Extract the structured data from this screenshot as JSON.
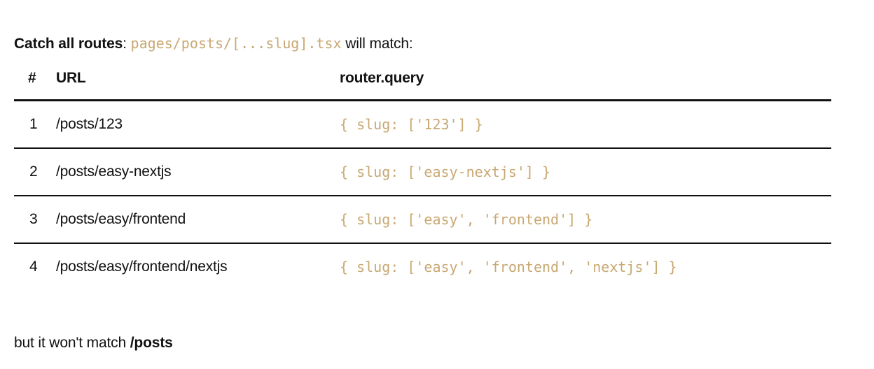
{
  "intro": {
    "lead": "Catch all routes",
    "separator": ": ",
    "code": "pages/posts/[...slug].tsx",
    "tail": " will match:"
  },
  "table": {
    "headers": {
      "num": "#",
      "url": "URL",
      "query": "router.query"
    },
    "rows": [
      {
        "num": "1",
        "url": "/posts/123",
        "query": "{ slug: ['123'] }"
      },
      {
        "num": "2",
        "url": "/posts/easy-nextjs",
        "query": "{ slug: ['easy-nextjs'] }"
      },
      {
        "num": "3",
        "url": "/posts/easy/frontend",
        "query": "{ slug: ['easy', 'frontend'] }"
      },
      {
        "num": "4",
        "url": "/posts/easy/frontend/nextjs",
        "query": "{ slug: ['easy', 'frontend', 'nextjs'] }"
      }
    ]
  },
  "outro": {
    "text": "but it won't match ",
    "strong": "/posts"
  },
  "colors": {
    "code": "#c8a872",
    "text": "#111111",
    "background": "#ffffff",
    "rule": "#111111"
  }
}
